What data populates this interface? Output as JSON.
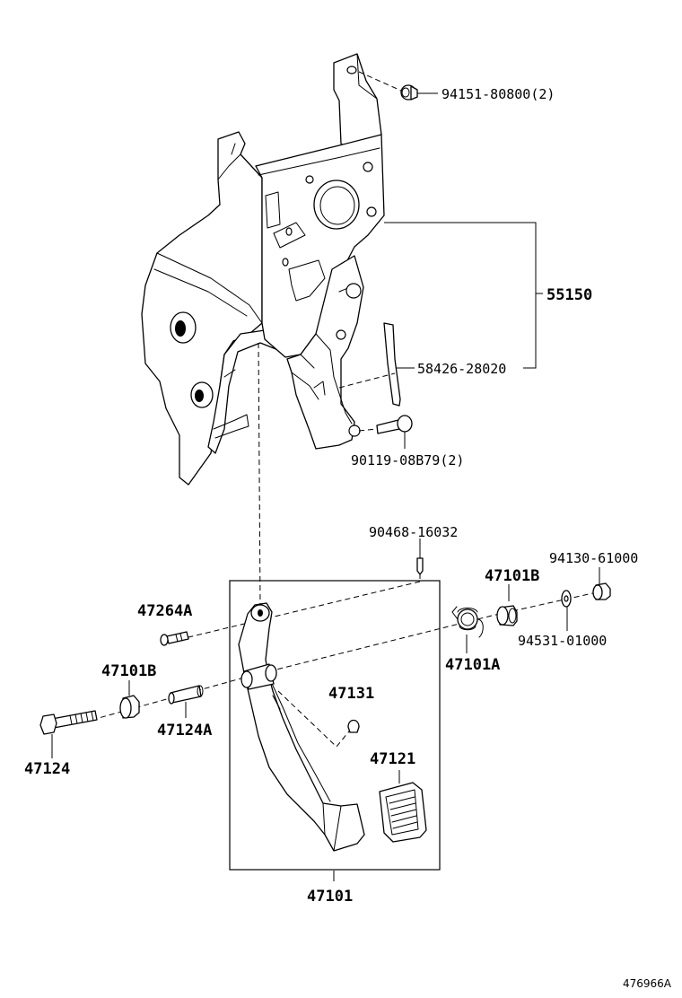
{
  "diagram_id": "476966A",
  "labels": {
    "nut_top": "94151-80800(2)",
    "bracket": "55150",
    "plate": "58426-28020",
    "bolt_mid": "90119-08B79(2)",
    "pin_clip": "90468-16032",
    "nut_right": "94130-61000",
    "bushing_right": "47101B",
    "washer_right": "94531-01000",
    "spring": "47101A",
    "bolt_small": "47264A",
    "bushing_left": "47101B",
    "stopper": "47131",
    "collar": "47124A",
    "bolt_long": "47124",
    "pad": "47121",
    "pedal_assy": "47101"
  }
}
